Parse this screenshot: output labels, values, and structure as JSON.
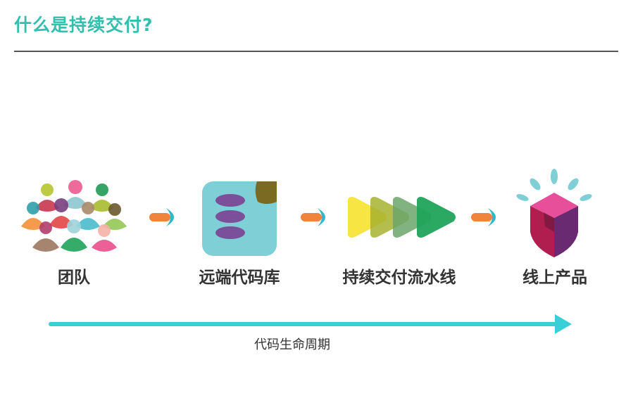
{
  "title": "什么是持续交付?",
  "stages": [
    {
      "label": "团队",
      "icon": "team-icon"
    },
    {
      "label": "远端代码库",
      "icon": "repository-icon"
    },
    {
      "label": "持续交付流水线",
      "icon": "pipeline-icon"
    },
    {
      "label": "线上产品",
      "icon": "product-cube-icon"
    }
  ],
  "lifecycle_label": "代码生命周期",
  "colors": {
    "title": "#33bfae",
    "connector_orange": "#f0843c",
    "connector_teal": "#2fb8c9",
    "timeline": "#38cfd6"
  }
}
